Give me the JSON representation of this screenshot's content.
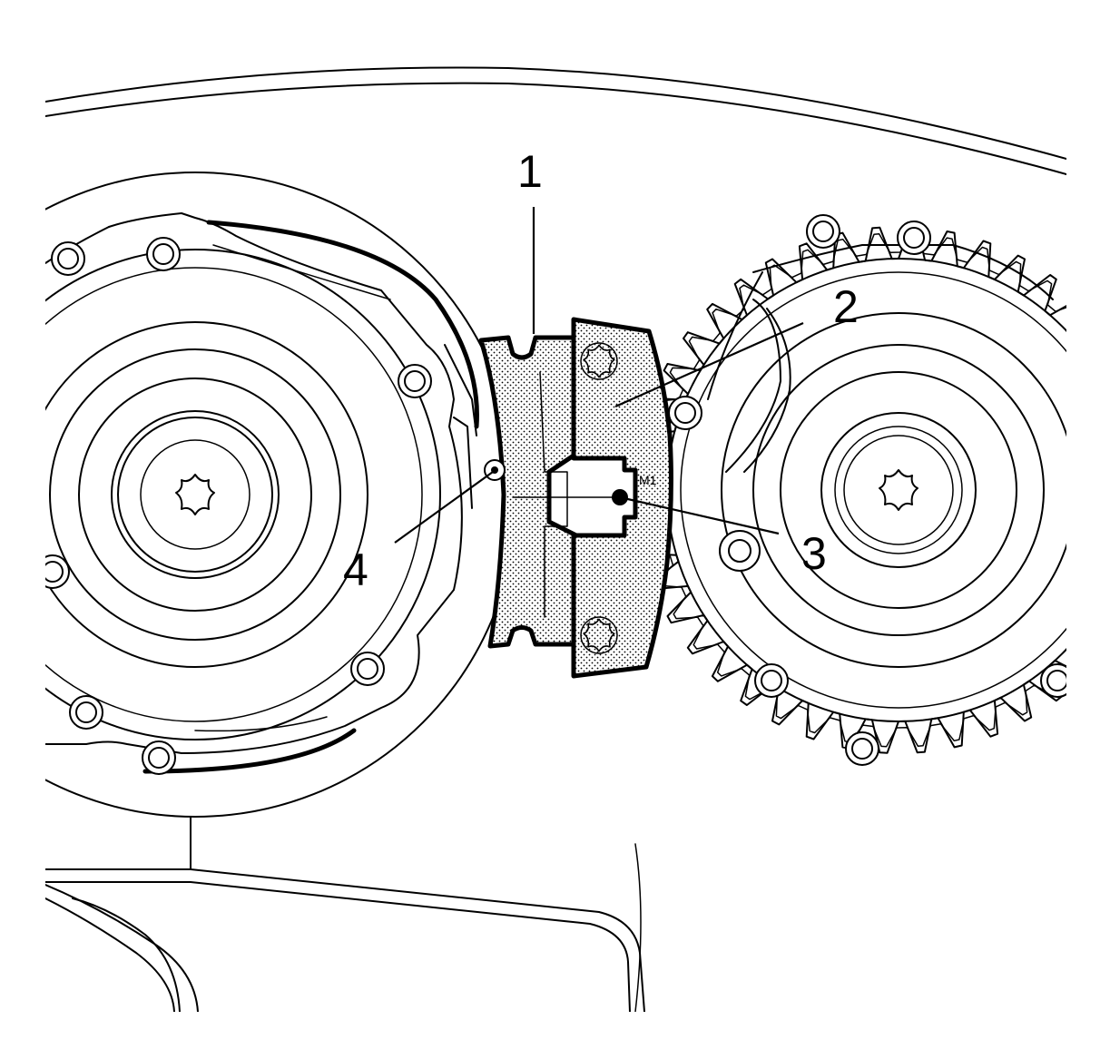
{
  "callouts": [
    {
      "id": "1",
      "label": "1"
    },
    {
      "id": "2",
      "label": "2"
    },
    {
      "id": "3",
      "label": "3"
    },
    {
      "id": "4",
      "label": "4"
    }
  ],
  "engraved_mark": "M1",
  "colors": {
    "line": "#000000",
    "background": "#ffffff",
    "tool_stipple": "#000000"
  }
}
